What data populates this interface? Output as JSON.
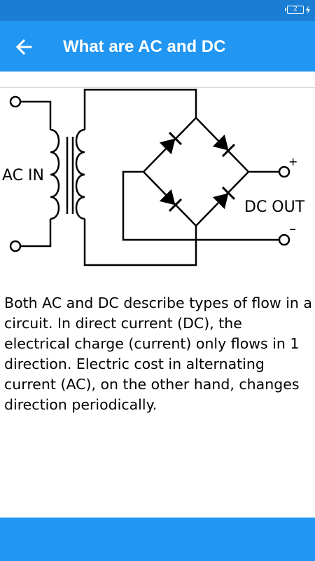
{
  "status_bar": {
    "battery_level": "2",
    "battery_icon": "battery-icon",
    "charging_icon": "charging-bolt-icon"
  },
  "app_bar": {
    "back_icon": "arrow-left-icon",
    "title": "What are AC and DC"
  },
  "diagram": {
    "ac_label": "AC IN",
    "dc_label": "DC OUT",
    "plus_label": "+",
    "minus_label": "–"
  },
  "content": {
    "text": "Both AC and DC describe types of flow in a circuit. In direct current (DC), the electrical charge (current) only flows in 1 direction. Electric cost in alternating current (AC), on the other hand, changes direction periodically."
  },
  "colors": {
    "status_bar": "#1a7ed4",
    "app_bar": "#2196f3",
    "bottom_bar": "#2196f3"
  }
}
